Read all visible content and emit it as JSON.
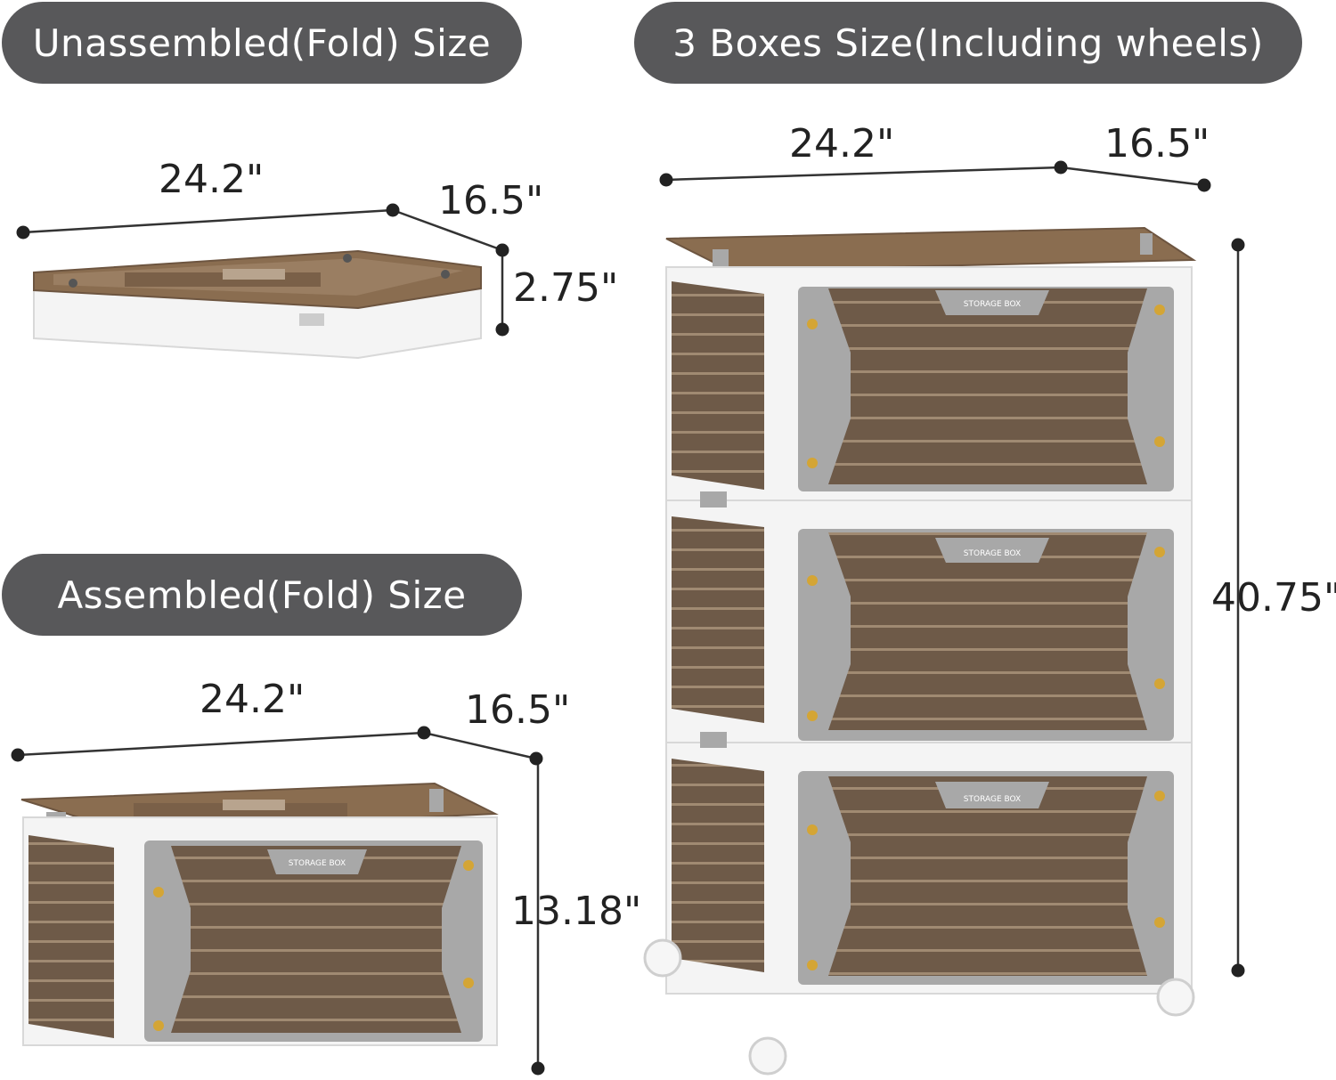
{
  "labels": {
    "unassembled": "Unassembled(Fold) Size",
    "three_boxes": "3 Boxes Size(Including wheels)",
    "assembled": "Assembled(Fold) Size"
  },
  "dimensions": {
    "unassembled": {
      "width": "24.2\"",
      "depth": "16.5\"",
      "height": "2.75\""
    },
    "three_boxes": {
      "width": "24.2\"",
      "depth": "16.5\"",
      "height": "40.75\""
    },
    "assembled": {
      "width": "24.2\"",
      "depth": "16.5\"",
      "height": "13.18\""
    }
  },
  "box_brand": "STORAGE BOX",
  "colors": {
    "pill": "#58585a",
    "lid": "#8a6d50",
    "panel": "#6e5a48",
    "frame": "#f4f4f4",
    "gray_part": "#a8a8a8",
    "screw": "#d4a535",
    "dot": "#222222"
  }
}
